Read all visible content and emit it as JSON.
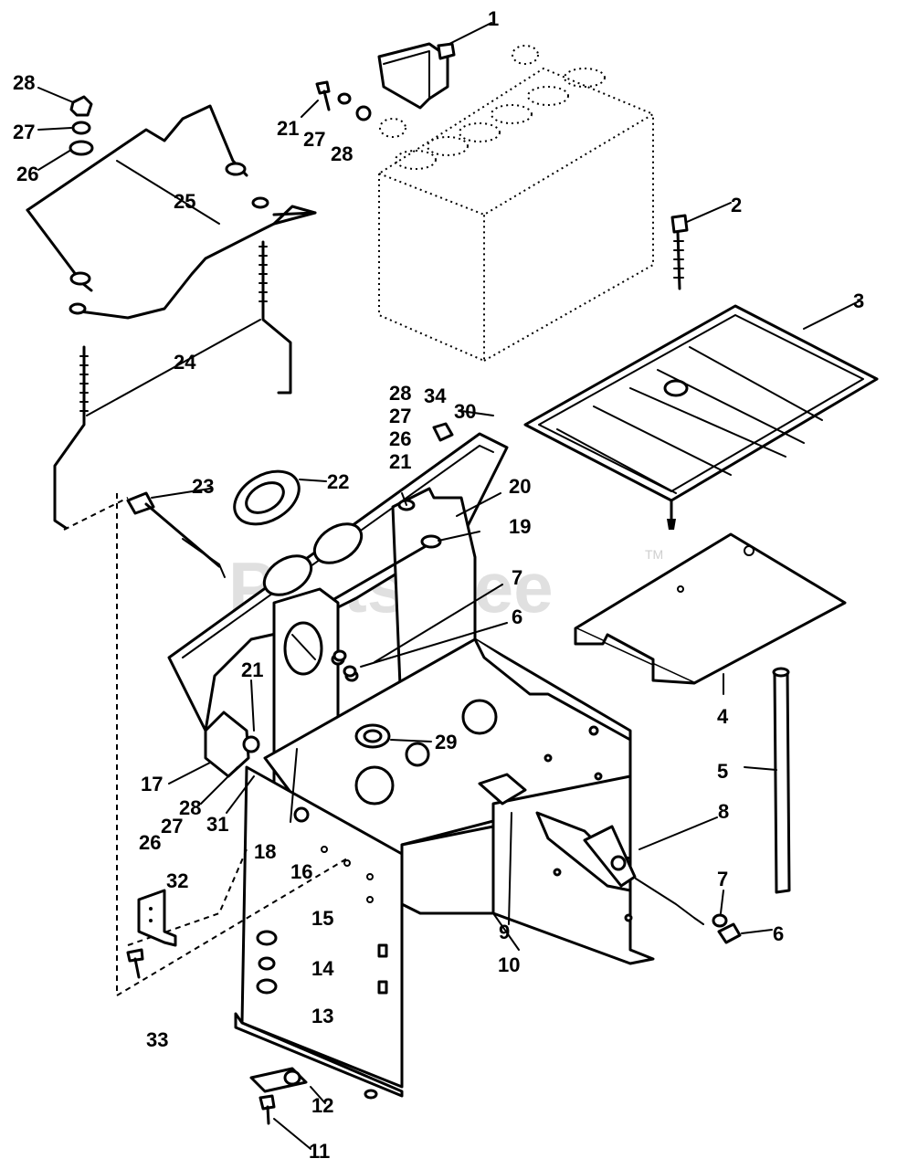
{
  "watermark": {
    "text": "PartsTree",
    "mark": "TM"
  },
  "callouts": {
    "c1": "1",
    "c2": "2",
    "c3": "3",
    "c4": "4",
    "c5": "5",
    "c6a": "6",
    "c6b": "6",
    "c7a": "7",
    "c7b": "7",
    "c8": "8",
    "c9": "9",
    "c10": "10",
    "c11": "11",
    "c12": "12",
    "c13": "13",
    "c14": "14",
    "c15": "15",
    "c16": "16",
    "c17": "17",
    "c18": "18",
    "c19": "19",
    "c20": "20",
    "c21a": "21",
    "c21b": "21",
    "c21c": "21",
    "c22": "22",
    "c23": "23",
    "c24": "24",
    "c25": "25",
    "c26a": "26",
    "c26b": "26",
    "c26c": "26",
    "c27a": "27",
    "c27b": "27",
    "c27c": "27",
    "c27d": "27",
    "c28a": "28",
    "c28b": "28",
    "c28c": "28",
    "c28d": "28",
    "c29": "29",
    "c30": "30",
    "c31": "31",
    "c32": "32",
    "c33": "33",
    "c34": "34"
  }
}
